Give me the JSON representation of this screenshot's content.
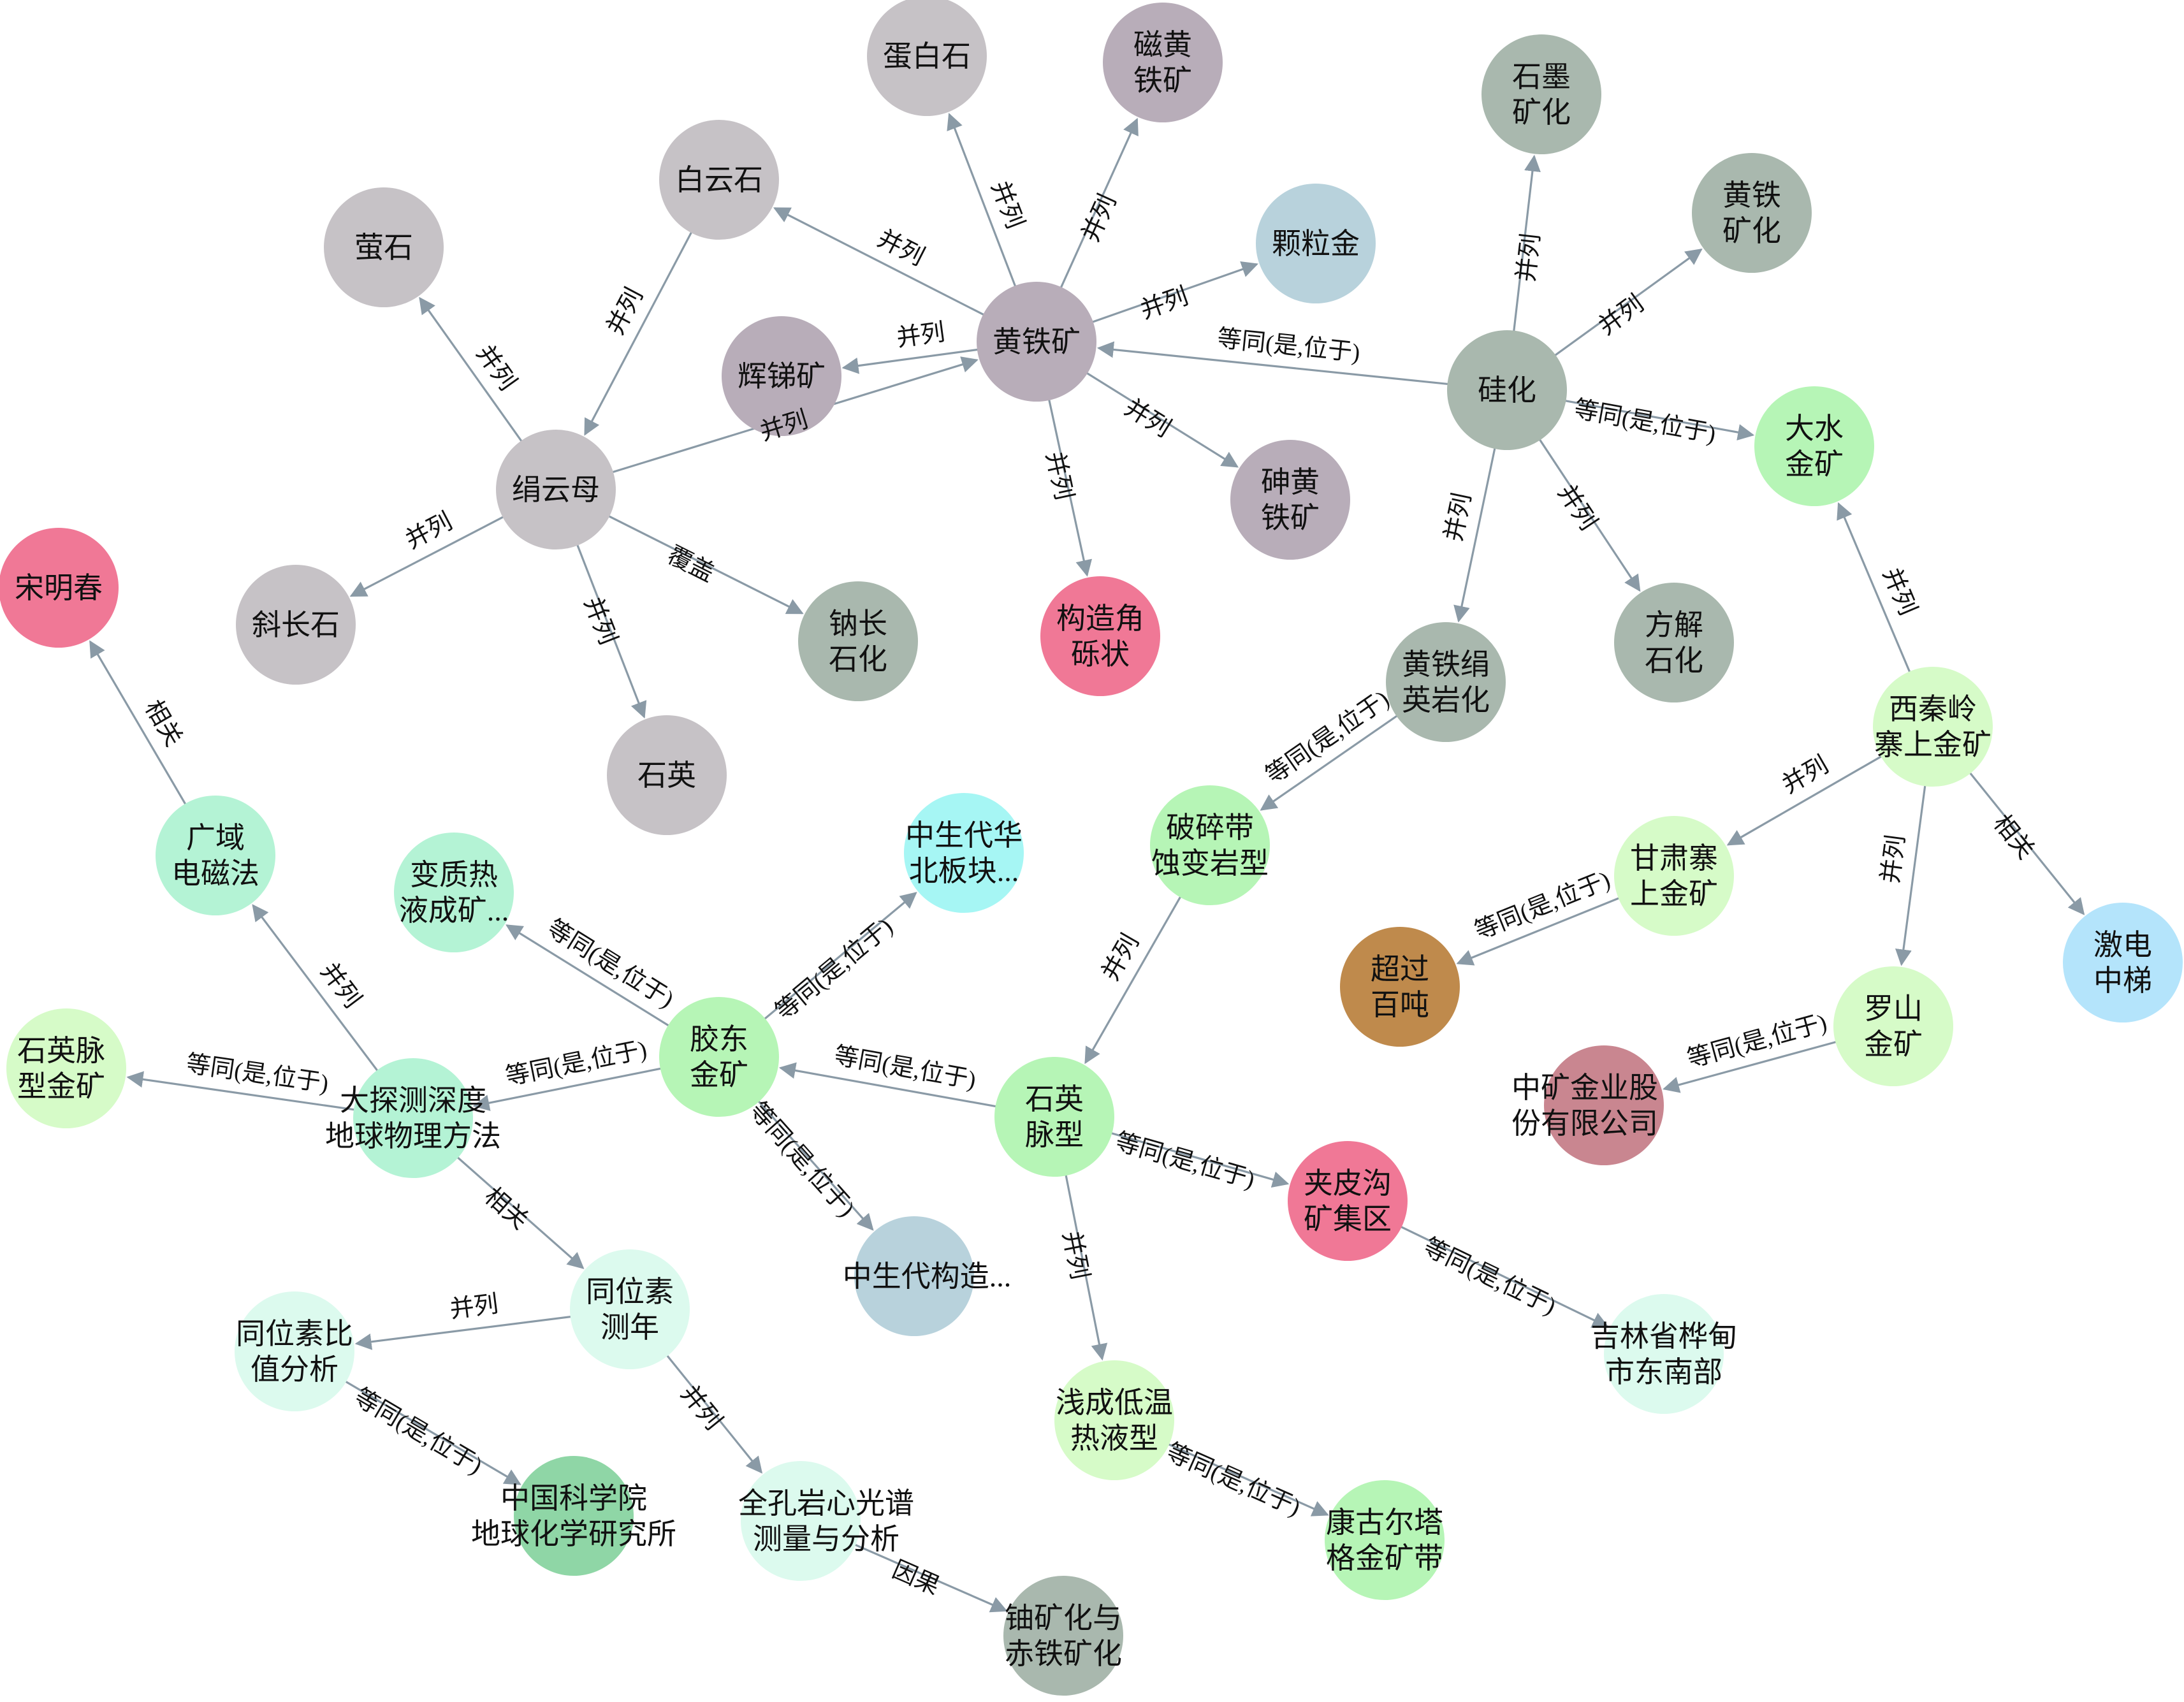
{
  "nodes": [
    {
      "id": "n1",
      "lines": [
        "蛋白石"
      ],
      "color": "#c6c2c6"
    },
    {
      "id": "n2",
      "lines": [
        "磁黄",
        "铁矿"
      ],
      "color": "#b8adb9"
    },
    {
      "id": "n3",
      "lines": [
        "白云石"
      ],
      "color": "#c6c2c6"
    },
    {
      "id": "n4",
      "lines": [
        "萤石"
      ],
      "color": "#c6c2c6"
    },
    {
      "id": "n5",
      "lines": [
        "颗粒金"
      ],
      "color": "#b8d2dc"
    },
    {
      "id": "n6",
      "lines": [
        "辉锑矿"
      ],
      "color": "#b8adb9"
    },
    {
      "id": "n7",
      "lines": [
        "黄铁矿"
      ],
      "color": "#b8adb9"
    },
    {
      "id": "n8",
      "lines": [
        "绢云母"
      ],
      "color": "#c6c2c6"
    },
    {
      "id": "n9",
      "lines": [
        "砷黄",
        "铁矿"
      ],
      "color": "#b8adb9"
    },
    {
      "id": "n10",
      "lines": [
        "斜长石"
      ],
      "color": "#c6c2c6"
    },
    {
      "id": "n11",
      "lines": [
        "钠长",
        "石化"
      ],
      "color": "#a9b8ae"
    },
    {
      "id": "n12",
      "lines": [
        "构造角",
        "砾状"
      ],
      "color": "#f07896"
    },
    {
      "id": "n13",
      "lines": [
        "石英"
      ],
      "color": "#c6c2c6"
    },
    {
      "id": "n14",
      "lines": [
        "石墨",
        "矿化"
      ],
      "color": "#a9b8ae"
    },
    {
      "id": "n15",
      "lines": [
        "黄铁",
        "矿化"
      ],
      "color": "#a9b8ae"
    },
    {
      "id": "n16",
      "lines": [
        "硅化"
      ],
      "color": "#a9b8ae"
    },
    {
      "id": "n17",
      "lines": [
        "大水",
        "金矿"
      ],
      "color": "#b6f5b6"
    },
    {
      "id": "n18",
      "lines": [
        "黄铁绢",
        "英岩化"
      ],
      "color": "#a9b8ae"
    },
    {
      "id": "n19",
      "lines": [
        "方解",
        "石化"
      ],
      "color": "#a9b8ae"
    },
    {
      "id": "n20",
      "lines": [
        "宋明春"
      ],
      "color": "#f07896"
    },
    {
      "id": "n21",
      "lines": [
        "广域",
        "电磁法"
      ],
      "color": "#b4f3d5"
    },
    {
      "id": "n22",
      "lines": [
        "变质热",
        "液成矿..."
      ],
      "color": "#b4f3d5"
    },
    {
      "id": "n23",
      "lines": [
        "中生代华",
        "北板块..."
      ],
      "color": "#a6f6f4"
    },
    {
      "id": "n24",
      "lines": [
        "破碎带",
        "蚀变岩型"
      ],
      "color": "#b6f5b6"
    },
    {
      "id": "n25",
      "lines": [
        "西秦岭",
        "寨上金矿"
      ],
      "color": "#d6fbc8"
    },
    {
      "id": "n26",
      "lines": [
        "甘肃寨",
        "上金矿"
      ],
      "color": "#d6fbc8"
    },
    {
      "id": "n27",
      "lines": [
        "超过",
        "百吨"
      ],
      "color": "#bf8a4c"
    },
    {
      "id": "n28",
      "lines": [
        "激电",
        "中梯"
      ],
      "color": "#b4e4fb"
    },
    {
      "id": "n29",
      "lines": [
        "石英脉",
        "型金矿"
      ],
      "color": "#d6fbc8"
    },
    {
      "id": "n30",
      "lines": [
        "胶东",
        "金矿"
      ],
      "color": "#b6f5b6"
    },
    {
      "id": "n31",
      "lines": [
        "石英",
        "脉型"
      ],
      "color": "#b6f5b6"
    },
    {
      "id": "n32",
      "lines": [
        "罗山",
        "金矿"
      ],
      "color": "#d6fbc8"
    },
    {
      "id": "n33",
      "lines": [
        "中矿金业股",
        "份有限公司"
      ],
      "color": "#c98690"
    },
    {
      "id": "n34",
      "lines": [
        "大探测深度",
        "地球物理方法"
      ],
      "color": "#b4f3d5"
    },
    {
      "id": "n35",
      "lines": [
        "夹皮沟",
        "矿集区"
      ],
      "color": "#f07896"
    },
    {
      "id": "n36",
      "lines": [
        "同位素",
        "测年"
      ],
      "color": "#dcfaee"
    },
    {
      "id": "n37",
      "lines": [
        "中生代构造..."
      ],
      "color": "#b8d2dc"
    },
    {
      "id": "n38",
      "lines": [
        "同位素比",
        "值分析"
      ],
      "color": "#dcfaee"
    },
    {
      "id": "n39",
      "lines": [
        "吉林省桦甸",
        "市东南部"
      ],
      "color": "#dcfaee"
    },
    {
      "id": "n40",
      "lines": [
        "浅成低温",
        "热液型"
      ],
      "color": "#d6fbc8"
    },
    {
      "id": "n41",
      "lines": [
        "中国科学院",
        "地球化学研究所"
      ],
      "color": "#8fd6a6"
    },
    {
      "id": "n42",
      "lines": [
        "全孔岩心光谱",
        "测量与分析"
      ],
      "color": "#dcfaee"
    },
    {
      "id": "n43",
      "lines": [
        "康古尔塔",
        "格金矿带"
      ],
      "color": "#b6f5b6"
    },
    {
      "id": "n44",
      "lines": [
        "铀矿化与",
        "赤铁矿化"
      ],
      "color": "#a9b8ae"
    }
  ],
  "edges": [
    {
      "from": "n7",
      "to": "n1",
      "label": "并列"
    },
    {
      "from": "n7",
      "to": "n2",
      "label": "并列"
    },
    {
      "from": "n7",
      "to": "n3",
      "label": "并列"
    },
    {
      "from": "n7",
      "to": "n5",
      "label": "并列"
    },
    {
      "from": "n7",
      "to": "n6",
      "label": "并列"
    },
    {
      "from": "n7",
      "to": "n9",
      "label": "并列"
    },
    {
      "from": "n7",
      "to": "n12",
      "label": "并列"
    },
    {
      "from": "n8",
      "to": "n7",
      "label": "并列"
    },
    {
      "from": "n3",
      "to": "n8",
      "label": "并列"
    },
    {
      "from": "n8",
      "to": "n4",
      "label": "并列"
    },
    {
      "from": "n8",
      "to": "n10",
      "label": "并列"
    },
    {
      "from": "n8",
      "to": "n11",
      "label": "覆盖"
    },
    {
      "from": "n8",
      "to": "n13",
      "label": "并列"
    },
    {
      "from": "n16",
      "to": "n7",
      "label": "等同(是,位于)"
    },
    {
      "from": "n16",
      "to": "n14",
      "label": "并列"
    },
    {
      "from": "n16",
      "to": "n15",
      "label": "并列"
    },
    {
      "from": "n16",
      "to": "n17",
      "label": "等同(是,位于)"
    },
    {
      "from": "n16",
      "to": "n19",
      "label": "并列"
    },
    {
      "from": "n16",
      "to": "n18",
      "label": "并列"
    },
    {
      "from": "n18",
      "to": "n24",
      "label": "等同(是,位于)"
    },
    {
      "from": "n24",
      "to": "n31",
      "label": "并列"
    },
    {
      "from": "n25",
      "to": "n17",
      "label": "并列"
    },
    {
      "from": "n25",
      "to": "n26",
      "label": "并列"
    },
    {
      "from": "n25",
      "to": "n32",
      "label": "并列"
    },
    {
      "from": "n25",
      "to": "n28",
      "label": "相关"
    },
    {
      "from": "n26",
      "to": "n27",
      "label": "等同(是,位于)"
    },
    {
      "from": "n32",
      "to": "n33",
      "label": "等同(是,位于)"
    },
    {
      "from": "n21",
      "to": "n20",
      "label": "相关"
    },
    {
      "from": "n34",
      "to": "n21",
      "label": "并列"
    },
    {
      "from": "n34",
      "to": "n29",
      "label": "等同(是,位于)"
    },
    {
      "from": "n34",
      "to": "n36",
      "label": "相关"
    },
    {
      "from": "n30",
      "to": "n22",
      "label": "等同(是,位于)"
    },
    {
      "from": "n30",
      "to": "n23",
      "label": "等同(是,位于)"
    },
    {
      "from": "n30",
      "to": "n34",
      "label": "等同(是,位于)"
    },
    {
      "from": "n30",
      "to": "n37",
      "label": "等同(是,位于)"
    },
    {
      "from": "n31",
      "to": "n30",
      "label": "等同(是,位于)"
    },
    {
      "from": "n31",
      "to": "n35",
      "label": "等同(是,位于)"
    },
    {
      "from": "n31",
      "to": "n40",
      "label": "并列"
    },
    {
      "from": "n35",
      "to": "n39",
      "label": "等同(是,位于)"
    },
    {
      "from": "n40",
      "to": "n43",
      "label": "等同(是,位于)"
    },
    {
      "from": "n36",
      "to": "n38",
      "label": "并列"
    },
    {
      "from": "n36",
      "to": "n42",
      "label": "并列"
    },
    {
      "from": "n38",
      "to": "n41",
      "label": "等同(是,位于)"
    },
    {
      "from": "n42",
      "to": "n44",
      "label": "因果"
    }
  ]
}
